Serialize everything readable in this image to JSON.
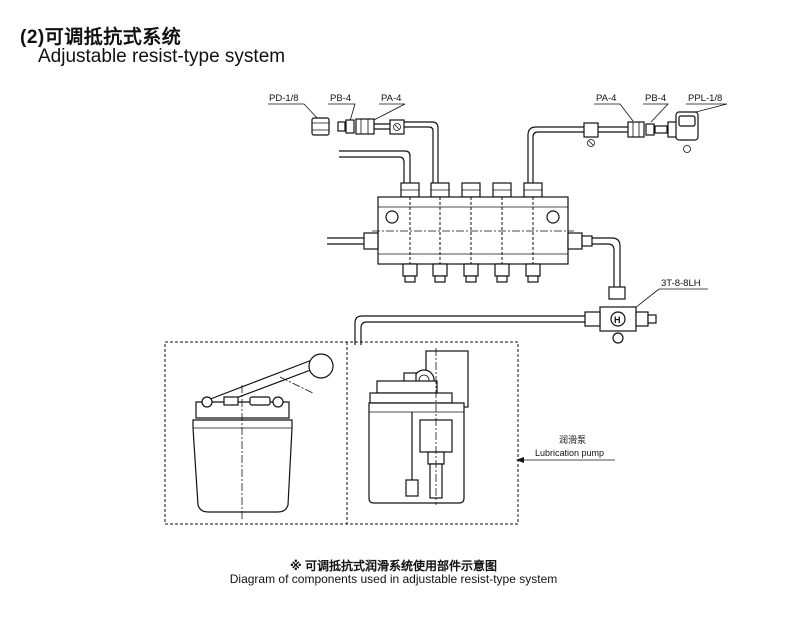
{
  "title": {
    "cn": "(2)可调抵抗式系统",
    "en": "Adjustable resist-type system"
  },
  "labels": {
    "pd_1_8": "PD-1/8",
    "pb_4_left": "PB-4",
    "pa_4_left": "PA-4",
    "pa_4_right": "PA-4",
    "pb_4_right": "PB-4",
    "ppl_1_8": "PPL-1/8",
    "tee_3t": "3T-8-8LH",
    "pump_cn": "润滑泵",
    "pump_en": "Lubrication pump",
    "h_mark": "H"
  },
  "caption": {
    "cn": "※ 可调抵抗式润滑系统使用部件示意图",
    "en": "Diagram of components used in adjustable resist-type system"
  }
}
